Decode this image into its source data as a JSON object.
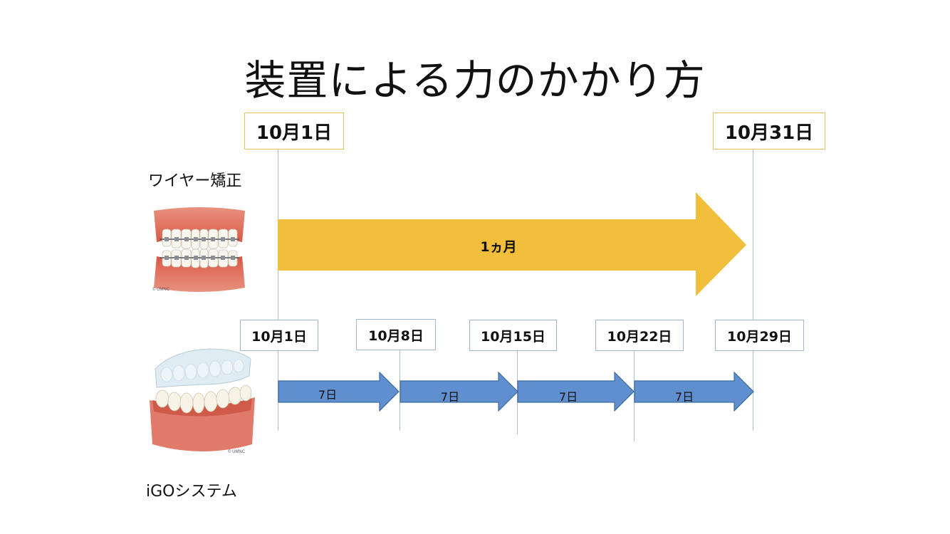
{
  "title": "装置による力のかかり方",
  "wire": {
    "label": "ワイヤー矯正",
    "start_date": "10月1日",
    "end_date": "10月31日",
    "duration": "1ヵ月",
    "arrow_color": "#f1bf3c",
    "watermark": "© UMNC"
  },
  "igo": {
    "label": "iGOシステム",
    "dates": [
      "10月1日",
      "10月8日",
      "10月15日",
      "10月22日",
      "10月29日"
    ],
    "segments": [
      "7日",
      "7日",
      "7日",
      "7日"
    ],
    "arrow_color": "#5f8fce",
    "watermark": "© UMNC"
  }
}
